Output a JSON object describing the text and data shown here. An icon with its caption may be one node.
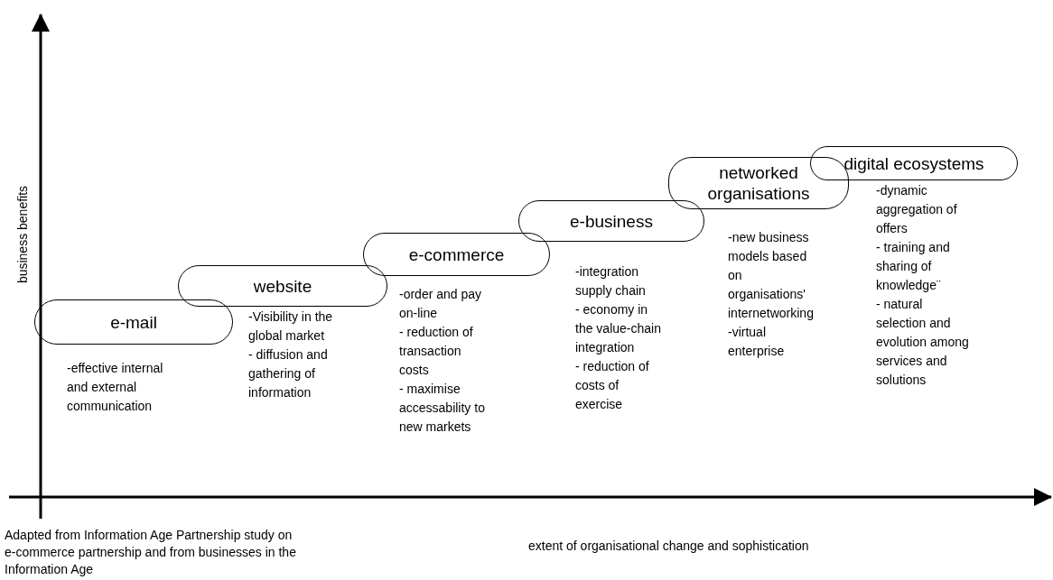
{
  "diagram": {
    "caption": "Adapted from Information Age Partnership study on e-commerce partnership and from businesses in the Information Age",
    "nodes": [
      {
        "text": [
          "e-mail"
        ],
        "beside": [
          "-effective internal and external communication"
        ]
      },
      {
        "text": [
          "website"
        ],
        "beside": [
          "-Visibility in the global market",
          "- diffusion and gathering of information"
        ]
      },
      {
        "text": [
          "e-commerce"
        ],
        "beside": [
          "-order and pay on-line",
          "- reduction of transaction costs",
          "- maximise accessability to new markets"
        ]
      },
      {
        "text": [
          "e-business"
        ],
        "beside": [
          "-integration supply chain",
          "- economy in the value-chain integration",
          "- reduction of costs of exercise"
        ]
      },
      {
        "text": [
          "networked organisations"
        ],
        "beside": [
          "-new business models based on organisations' internetworking",
          "-virtual enterprise"
        ]
      },
      {
        "text": [
          "digital ecosystems"
        ],
        "beside": [
          "-dynamic aggregation of offers",
          "- training and sharing of knowledge¨",
          "- natural selection and evolution among services and solutions"
        ]
      }
    ],
    "labels": [
      "business benefits",
      "extent of organisational change and sophistication"
    ]
  }
}
